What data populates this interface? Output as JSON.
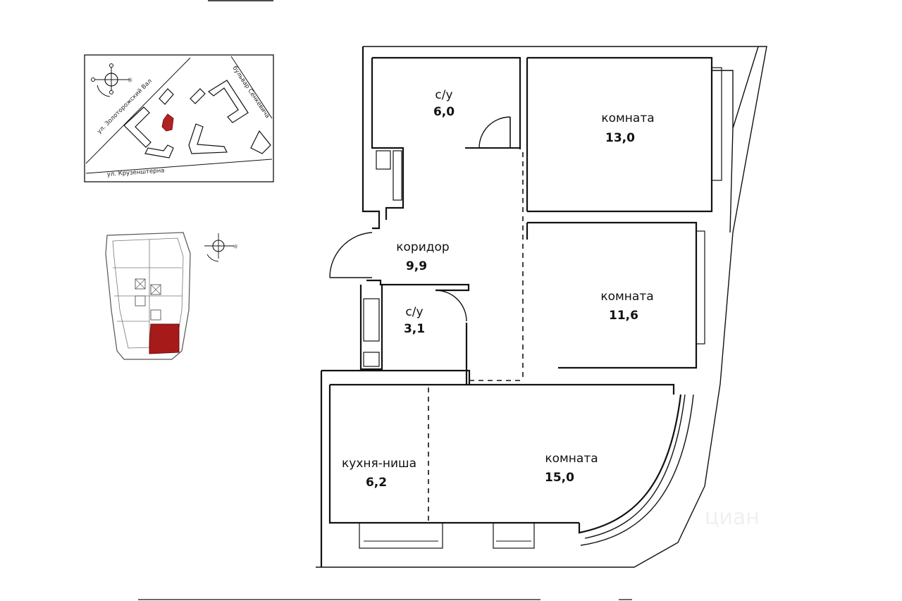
{
  "site_plan": {
    "streets": {
      "zolotorozhsky": "ул. Золоторожский Вал",
      "senkevicha": "бульвар Сенкевича",
      "kruzenshterna": "ул. Крузенштерна"
    },
    "selected_building_color": "#b22222"
  },
  "floor_key": {
    "selected_unit_color": "#a61a1a"
  },
  "floor_plan": {
    "rooms": [
      {
        "name": "с/у",
        "area": "6,0"
      },
      {
        "name": "комната",
        "area": "13,0"
      },
      {
        "name": "коридор",
        "area": "9,9"
      },
      {
        "name": "с/у",
        "area": "3,1"
      },
      {
        "name": "комната",
        "area": "11,6"
      },
      {
        "name": "кухня-ниша",
        "area": "6,2"
      },
      {
        "name": "комната",
        "area": "15,0"
      }
    ]
  },
  "watermark": "циан"
}
